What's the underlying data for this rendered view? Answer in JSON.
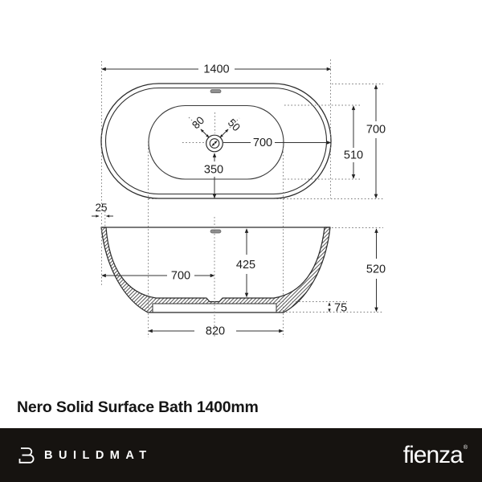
{
  "drawing": {
    "top_view": {
      "dim_width": "1400",
      "dim_height": "700",
      "dim_inner_height": "510",
      "dim_center_to_edge": "700",
      "dim_center_to_bottom": "350",
      "dim_drain_back": "80",
      "dim_drain_front": "50"
    },
    "side_view": {
      "dim_rim_thickness": "25",
      "dim_inner_depth": "425",
      "dim_center_to_left": "700",
      "dim_total_height": "520",
      "dim_base_height": "75",
      "dim_base_width": "820"
    },
    "line_color": "#2b2b2b",
    "slot_color": "#909090"
  },
  "title": "Nero Solid Surface Bath 1400mm",
  "footer": {
    "buildmat_label": "BUILDMAT",
    "fienza_label": "fienza",
    "fienza_mark": "®",
    "bar_color": "#161310"
  }
}
